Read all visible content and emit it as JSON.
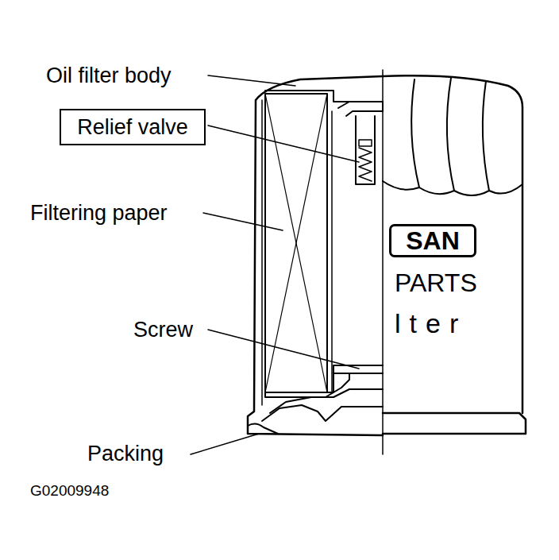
{
  "diagram": {
    "nodes": [
      {
        "text": [
          "Relief valve"
        ]
      },
      {
        "text": [
          "SAN"
        ]
      }
    ],
    "labels": [
      "Oil filter body",
      "Filtering paper",
      "Screw",
      "Packing",
      "PARTS",
      "lter",
      "G02009948"
    ]
  }
}
